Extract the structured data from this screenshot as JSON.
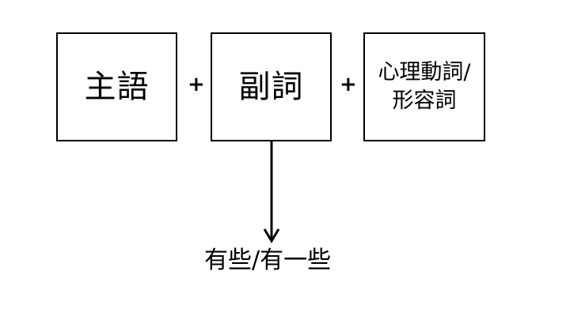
{
  "diagram": {
    "boxes": {
      "subject": "主語",
      "adverb": "副詞",
      "verb_line1": "心理動詞/",
      "verb_line2": "形容詞"
    },
    "operators": {
      "plus_1": "+",
      "plus_2": "+"
    },
    "bottom_label": "有些/有一些"
  }
}
